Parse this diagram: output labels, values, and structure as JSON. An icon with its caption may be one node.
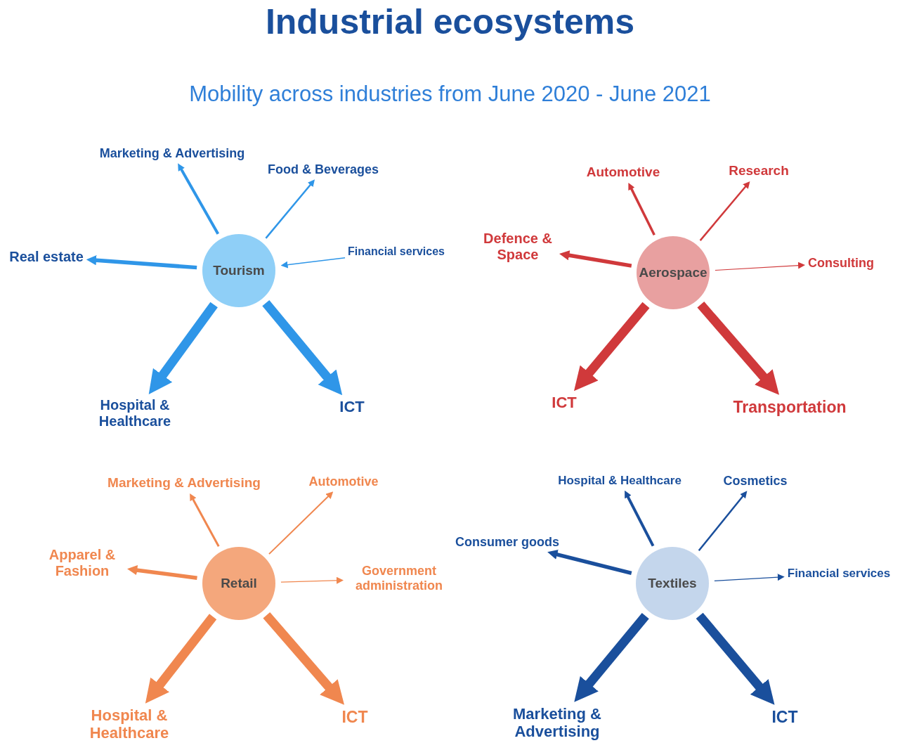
{
  "diagram": {
    "title": "Industrial ecosystems",
    "caption": "Mobility across industries from June 2020 - June 2021",
    "nodes": [
      {
        "text": [
          "Tourism"
        ]
      },
      {
        "text": [
          "Marketing & Advertising"
        ]
      },
      {
        "text": [
          "Food & Beverages"
        ]
      },
      {
        "text": [
          "Real estate"
        ]
      },
      {
        "text": [
          "Financial services"
        ]
      },
      {
        "text": [
          "Hospital & Healthcare"
        ]
      },
      {
        "text": [
          "ICT"
        ]
      },
      {
        "text": [
          "Aerospace"
        ]
      },
      {
        "text": [
          "Automotive"
        ]
      },
      {
        "text": [
          "Research"
        ]
      },
      {
        "text": [
          "Defence & Space"
        ]
      },
      {
        "text": [
          "Consulting"
        ]
      },
      {
        "text": [
          "ICT"
        ]
      },
      {
        "text": [
          "Transportation"
        ]
      },
      {
        "text": [
          "Retail"
        ]
      },
      {
        "text": [
          "Marketing & Advertising"
        ]
      },
      {
        "text": [
          "Automotive"
        ]
      },
      {
        "text": [
          "Apparel & Fashion"
        ]
      },
      {
        "text": [
          "Government administration"
        ]
      },
      {
        "text": [
          "Hospital & Healthcare"
        ]
      },
      {
        "text": [
          "ICT"
        ]
      },
      {
        "text": [
          "Textiles"
        ]
      },
      {
        "text": [
          "Hospital & Healthcare"
        ]
      },
      {
        "text": [
          "Cosmetics"
        ]
      },
      {
        "text": [
          "Consumer goods"
        ]
      },
      {
        "text": [
          "Financial services"
        ]
      },
      {
        "text": [
          "Marketing & Advertising"
        ]
      },
      {
        "text": [
          "ICT"
        ]
      }
    ],
    "edges": [
      {
        "from": 0,
        "to": 1,
        "arrow": "to",
        "color": "#2f96e8"
      },
      {
        "from": 0,
        "to": 2,
        "arrow": "to",
        "color": "#2f96e8"
      },
      {
        "from": 0,
        "to": 3,
        "arrow": "to",
        "color": "#2f96e8"
      },
      {
        "from": 4,
        "to": 0,
        "arrow": "to",
        "color": "#2f96e8"
      },
      {
        "from": 0,
        "to": 5,
        "arrow": "to",
        "style": "thick",
        "color": "#2f96e8"
      },
      {
        "from": 0,
        "to": 6,
        "arrow": "to",
        "style": "thick",
        "color": "#2f96e8"
      },
      {
        "from": 7,
        "to": 8,
        "arrow": "to",
        "color": "#d0393b"
      },
      {
        "from": 7,
        "to": 9,
        "arrow": "to",
        "color": "#d0393b"
      },
      {
        "from": 7,
        "to": 10,
        "arrow": "to",
        "color": "#d0393b"
      },
      {
        "from": 7,
        "to": 11,
        "arrow": "to",
        "color": "#d0393b"
      },
      {
        "from": 7,
        "to": 12,
        "arrow": "to",
        "style": "thick",
        "color": "#d0393b"
      },
      {
        "from": 7,
        "to": 13,
        "arrow": "to",
        "style": "thick",
        "color": "#d0393b"
      },
      {
        "from": 14,
        "to": 15,
        "arrow": "to",
        "color": "#f0874f"
      },
      {
        "from": 14,
        "to": 16,
        "arrow": "to",
        "color": "#f0874f"
      },
      {
        "from": 14,
        "to": 17,
        "arrow": "to",
        "color": "#f0874f"
      },
      {
        "from": 14,
        "to": 18,
        "arrow": "to",
        "color": "#f0874f"
      },
      {
        "from": 14,
        "to": 19,
        "arrow": "to",
        "style": "thick",
        "color": "#f0874f"
      },
      {
        "from": 14,
        "to": 20,
        "arrow": "to",
        "style": "thick",
        "color": "#f0874f"
      },
      {
        "from": 21,
        "to": 22,
        "arrow": "to",
        "color": "#1a4f9c"
      },
      {
        "from": 21,
        "to": 23,
        "arrow": "to",
        "color": "#1a4f9c"
      },
      {
        "from": 21,
        "to": 24,
        "arrow": "to",
        "color": "#1a4f9c"
      },
      {
        "from": 21,
        "to": 25,
        "arrow": "to",
        "color": "#1a4f9c"
      },
      {
        "from": 21,
        "to": 26,
        "arrow": "to",
        "style": "thick",
        "color": "#1a4f9c"
      },
      {
        "from": 21,
        "to": 27,
        "arrow": "to",
        "style": "thick",
        "color": "#1a4f9c"
      }
    ]
  }
}
